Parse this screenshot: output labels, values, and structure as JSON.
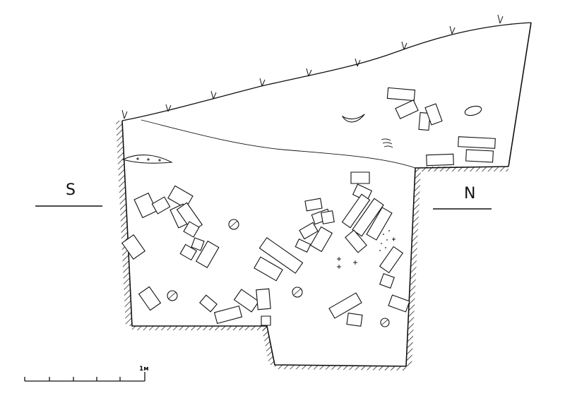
{
  "section_labels": {
    "left": "S",
    "right": "N"
  },
  "scale_bar": {
    "label": "1м",
    "divisions": 6
  },
  "colors": {
    "ink": "#111111",
    "paper": "#ffffff"
  }
}
